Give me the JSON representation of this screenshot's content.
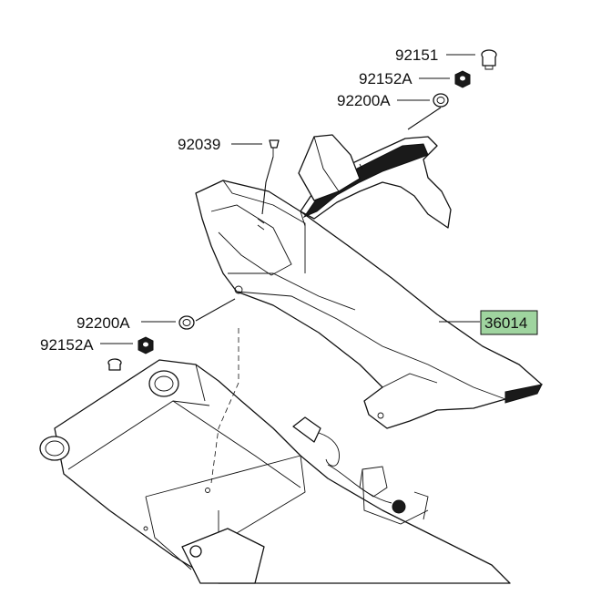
{
  "diagram": {
    "highlight_color": "#9fd49f",
    "parts": [
      {
        "id": "p92151",
        "number": "92151"
      },
      {
        "id": "p92152a_top",
        "number": "92152A"
      },
      {
        "id": "p92200a_top",
        "number": "92200A"
      },
      {
        "id": "p92039",
        "number": "92039"
      },
      {
        "id": "p36014",
        "number": "36014",
        "highlighted": true
      },
      {
        "id": "p92200a_left",
        "number": "92200A"
      },
      {
        "id": "p92152a_left",
        "number": "92152A"
      }
    ]
  }
}
